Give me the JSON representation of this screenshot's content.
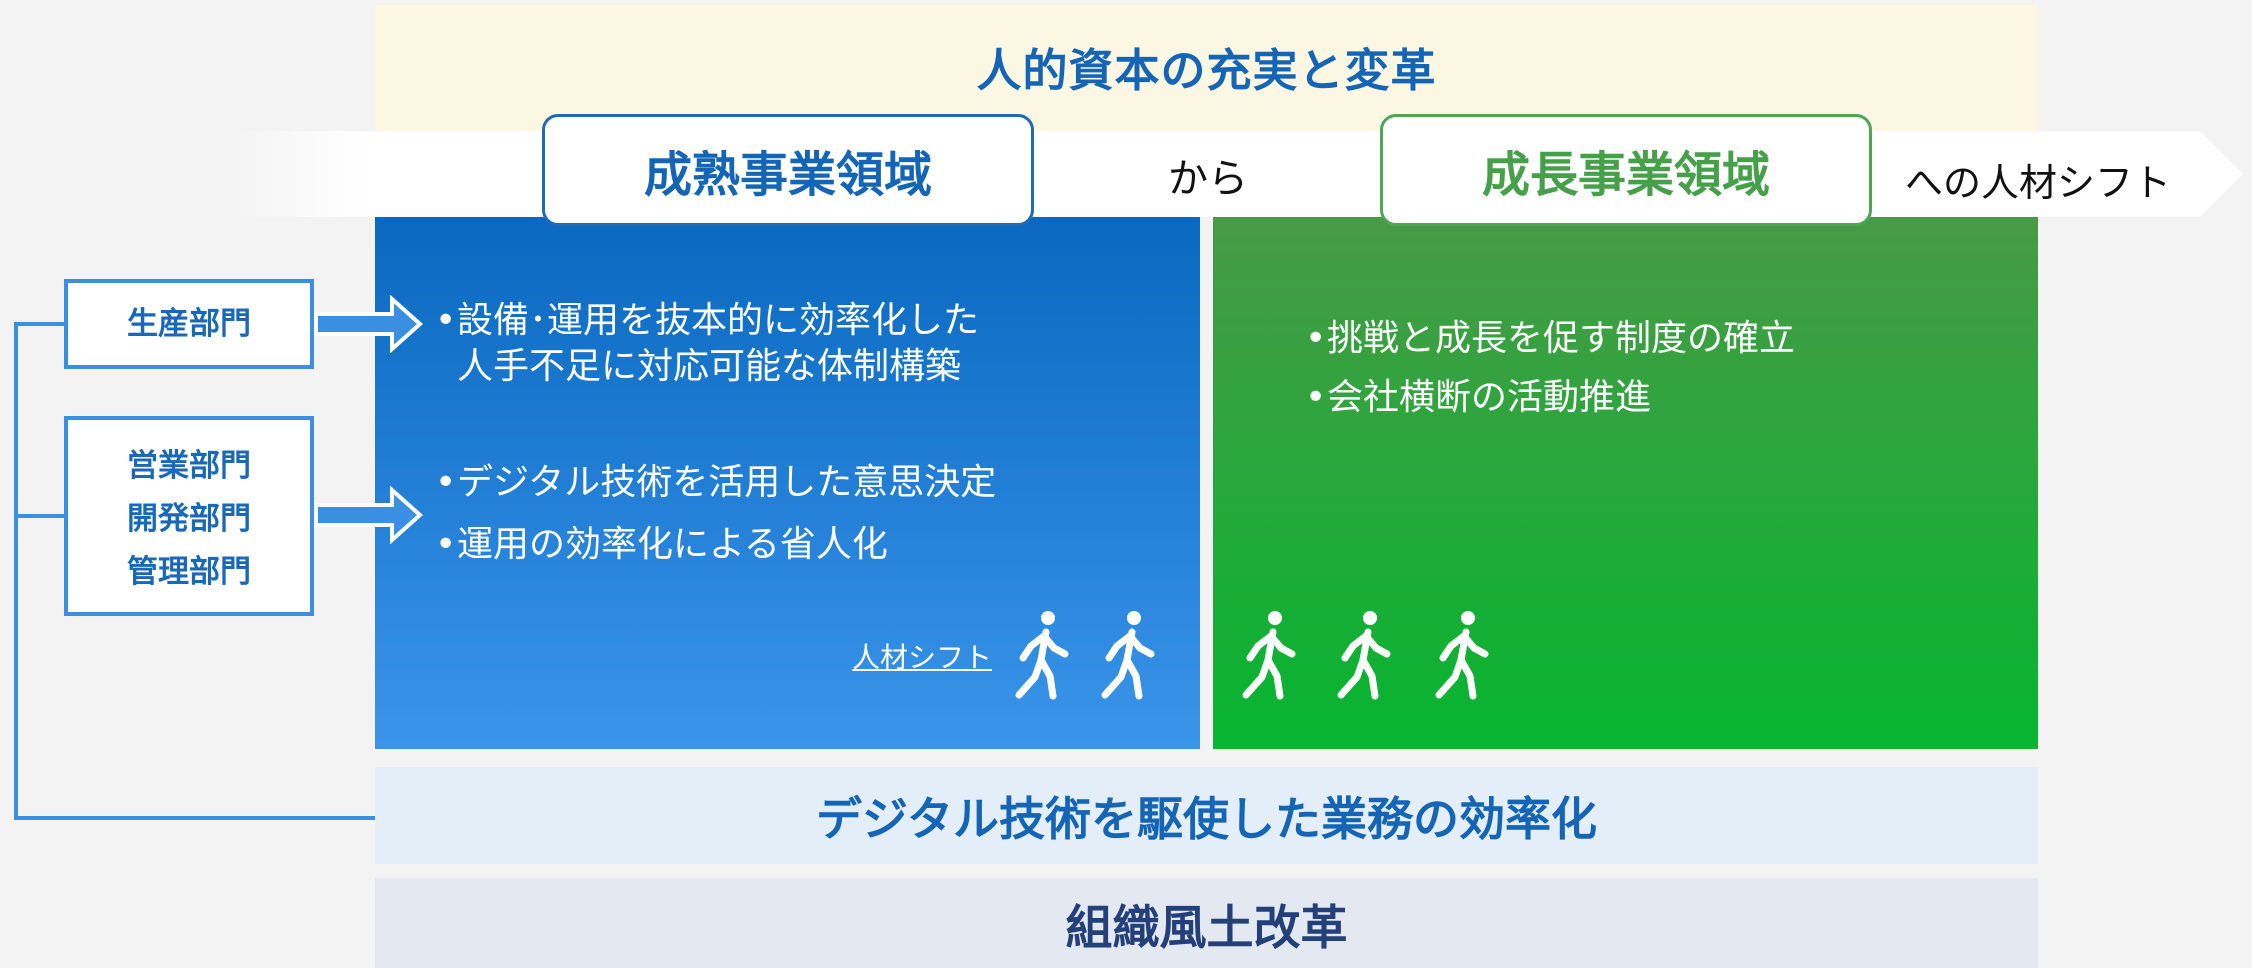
{
  "top_title": "人的資本の充実と変革",
  "shift_row": {
    "from_label": "成熟事業領域",
    "connector": "から",
    "to_label": "成長事業領域",
    "suffix": "への人材シフト"
  },
  "departments": {
    "production": "生産部門",
    "others": [
      "営業部門",
      "開発部門",
      "管理部門"
    ]
  },
  "mature_panel": {
    "bullet_1_line_1": "設備･運用を抜本的に効率化した",
    "bullet_1_line_2": "人手不足に対応可能な体制構築",
    "bullet_2": "デジタル技術を活用した意思決定",
    "bullet_3": "運用の効率化による省人化",
    "shift_label": "人材シフト",
    "walker_count": 2
  },
  "growth_panel": {
    "bullet_1": "挑戦と成長を促す制度の確立",
    "bullet_2": "会社横断の活動推進",
    "walker_count": 3
  },
  "digital_band": "デジタル技術を駆使した業務の効率化",
  "culture_band": "組織風土改革",
  "colors": {
    "blue_text": "#1565b6",
    "green_text": "#46a04a",
    "blue_panel_top": "#0a68c0",
    "blue_panel_bottom": "#3a95ea",
    "green_panel_top": "#489a46",
    "green_panel_bottom": "#06b530",
    "top_band": "#fbf7e2",
    "connector_line": "#3b8fe3"
  },
  "icons": [
    "walking-person-icon",
    "block-arrow-right-icon",
    "chevron-arrow-icon"
  ]
}
